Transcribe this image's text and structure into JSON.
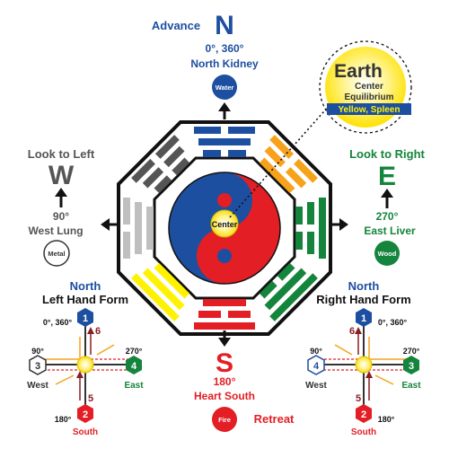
{
  "colors": {
    "blue": "#1d4fa0",
    "red": "#e31e24",
    "green": "#15843c",
    "yellow": "#fff200",
    "orange": "#f7a21b",
    "gray": "#555555",
    "light_gray": "#bfbfbf",
    "black": "#111111",
    "white": "#ffffff"
  },
  "north": {
    "advance": "Advance",
    "letter": "N",
    "degrees": "0°, 360°",
    "organ": "North Kidney",
    "element": "Water"
  },
  "west": {
    "label": "Look to Left",
    "letter": "W",
    "degrees": "90°",
    "organ": "West Lung",
    "element": "Metal"
  },
  "east": {
    "label": "Look to Right",
    "letter": "E",
    "degrees": "270°",
    "organ": "East Liver",
    "element": "Wood"
  },
  "south": {
    "letter": "S",
    "degrees": "180°",
    "organ": "Heart South",
    "element": "Fire",
    "retreat": "Retreat"
  },
  "earth": {
    "title": "Earth",
    "line1": "Center",
    "line2": "Equilibrium",
    "line3": "Yellow, Spleen"
  },
  "center": {
    "label": "Center"
  },
  "left_form": {
    "title1": "North",
    "title2": "Left Hand Form",
    "n_deg": "0°, 360°",
    "w_deg": "90°",
    "e_deg": "270°",
    "s_deg": "180°",
    "west": "West",
    "east": "East",
    "south": "South",
    "n_num": "1",
    "s_num": "2",
    "w_num": "3",
    "e_num": "4",
    "num5": "5",
    "num6": "6"
  },
  "right_form": {
    "title1": "North",
    "title2": "Right Hand Form",
    "n_deg": "0°, 360°",
    "w_deg": "90°",
    "e_deg": "270°",
    "s_deg": "180°",
    "west": "West",
    "east": "East",
    "south": "South",
    "n_num": "1",
    "s_num": "2",
    "w_num": "4",
    "e_num": "3",
    "num5": "5",
    "num6": "6"
  }
}
